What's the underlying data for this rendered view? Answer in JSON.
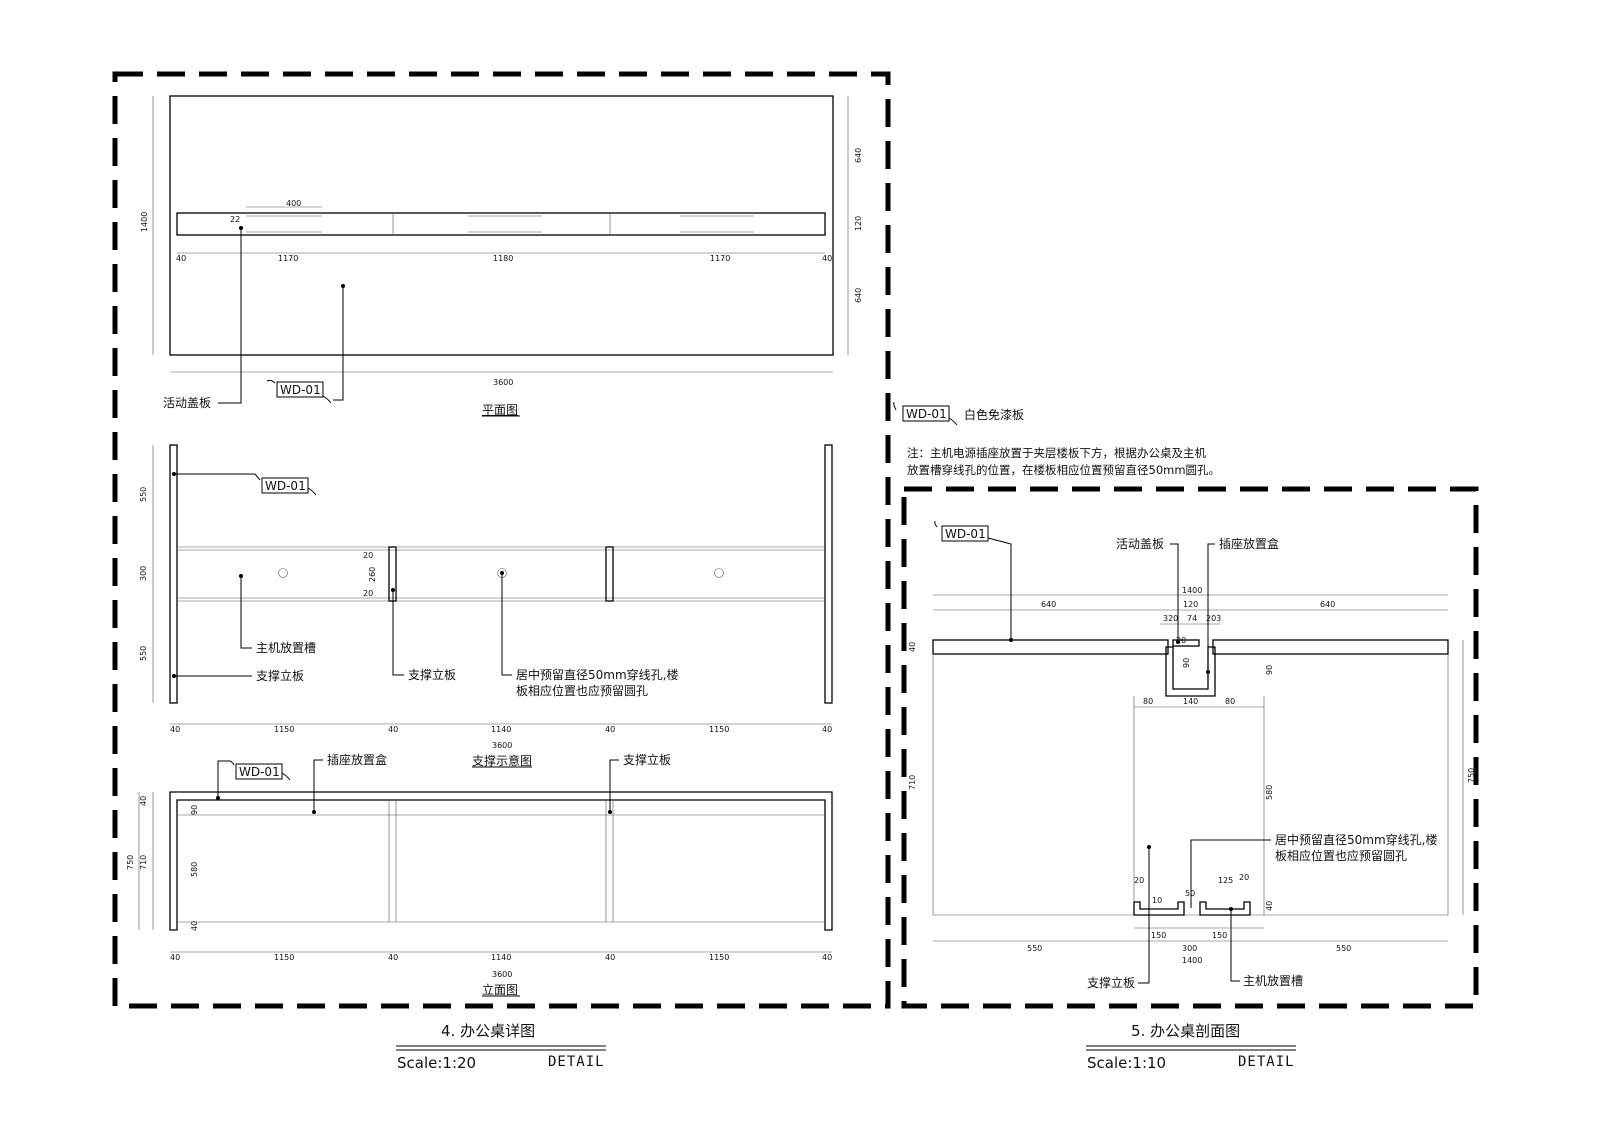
{
  "plan": {
    "title": "平面图",
    "tag": "WD-01",
    "labels": {
      "cover": "活动盖板"
    },
    "dims": {
      "drawer": "400",
      "gap": "22",
      "edge_left": "40",
      "span1": "1170",
      "span2": "1180",
      "span3": "1170",
      "edge_right": "40",
      "total": "3600",
      "depth": "1400",
      "top": "640",
      "mid": "120",
      "bottom": "640"
    }
  },
  "support": {
    "title": "支撑示意图",
    "tag": "WD-01",
    "labels": {
      "host_slot": "主机放置槽",
      "panel_left": "支撑立板",
      "panel_mid": "支撑立板",
      "hole_line1": "居中预留直径50mm穿线孔,楼",
      "hole_line2": "板相应位置也应预留圆孔"
    },
    "dims": {
      "top": "550",
      "mid": "300",
      "bottom": "550",
      "t1": "20",
      "t2": "260",
      "t3": "20",
      "e1": "40",
      "s1": "1150",
      "e2": "40",
      "s2": "1140",
      "e3": "40",
      "s3": "1150",
      "e4": "40",
      "total": "3600"
    }
  },
  "elevation": {
    "title": "立面图",
    "tag": "WD-01",
    "labels": {
      "socket_box": "插座放置盒",
      "panel": "支撑立板"
    },
    "dims": {
      "top": "40",
      "height": "750",
      "inner": "710",
      "slot": "90",
      "leg": "580",
      "base": "40",
      "e1": "40",
      "s1": "1150",
      "e2": "40",
      "s2": "1140",
      "e3": "40",
      "s3": "1150",
      "e4": "40",
      "total": "3600"
    }
  },
  "legend": {
    "tag": "WD-01",
    "desc": "白色免漆板"
  },
  "note": {
    "line1": "注：主机电源插座放置于夹层楼板下方，根据办公桌及主机",
    "line2": "放置槽穿线孔的位置，在楼板相应位置预留直径50mm圆孔。"
  },
  "section": {
    "tag": "WD-01",
    "labels": {
      "cover": "活动盖板",
      "socket_box": "插座放置盒",
      "panel": "支撑立板",
      "host_slot": "主机放置槽",
      "hole_line1": "居中预留直径50mm穿线孔,楼",
      "hole_line2": "板相应位置也应预留圆孔"
    },
    "dims": {
      "total_top": "1400",
      "w_left": "640",
      "center": "120",
      "w_right": "640",
      "c1": "320",
      "c2": "74",
      "c3": "203",
      "c4": "20",
      "top_thk": "40",
      "box_depth": "90",
      "box_depth_r": "90",
      "b1": "80",
      "b2": "140",
      "b3": "80",
      "height_inner": "710",
      "leg": "580",
      "height": "750",
      "f1": "20",
      "f2": "10",
      "f3": "50",
      "f4": "125",
      "f5": "20",
      "base_h": "40",
      "g1": "150",
      "g2": "150",
      "h1": "550",
      "h2": "300",
      "h3": "550",
      "h_total": "1400"
    }
  },
  "title_left": {
    "name": "4. 办公桌详图",
    "scale": "Scale:1:20",
    "tag": "DETAIL"
  },
  "title_right": {
    "name": "5. 办公桌剖面图",
    "scale": "Scale:1:10",
    "tag": "DETAIL"
  }
}
